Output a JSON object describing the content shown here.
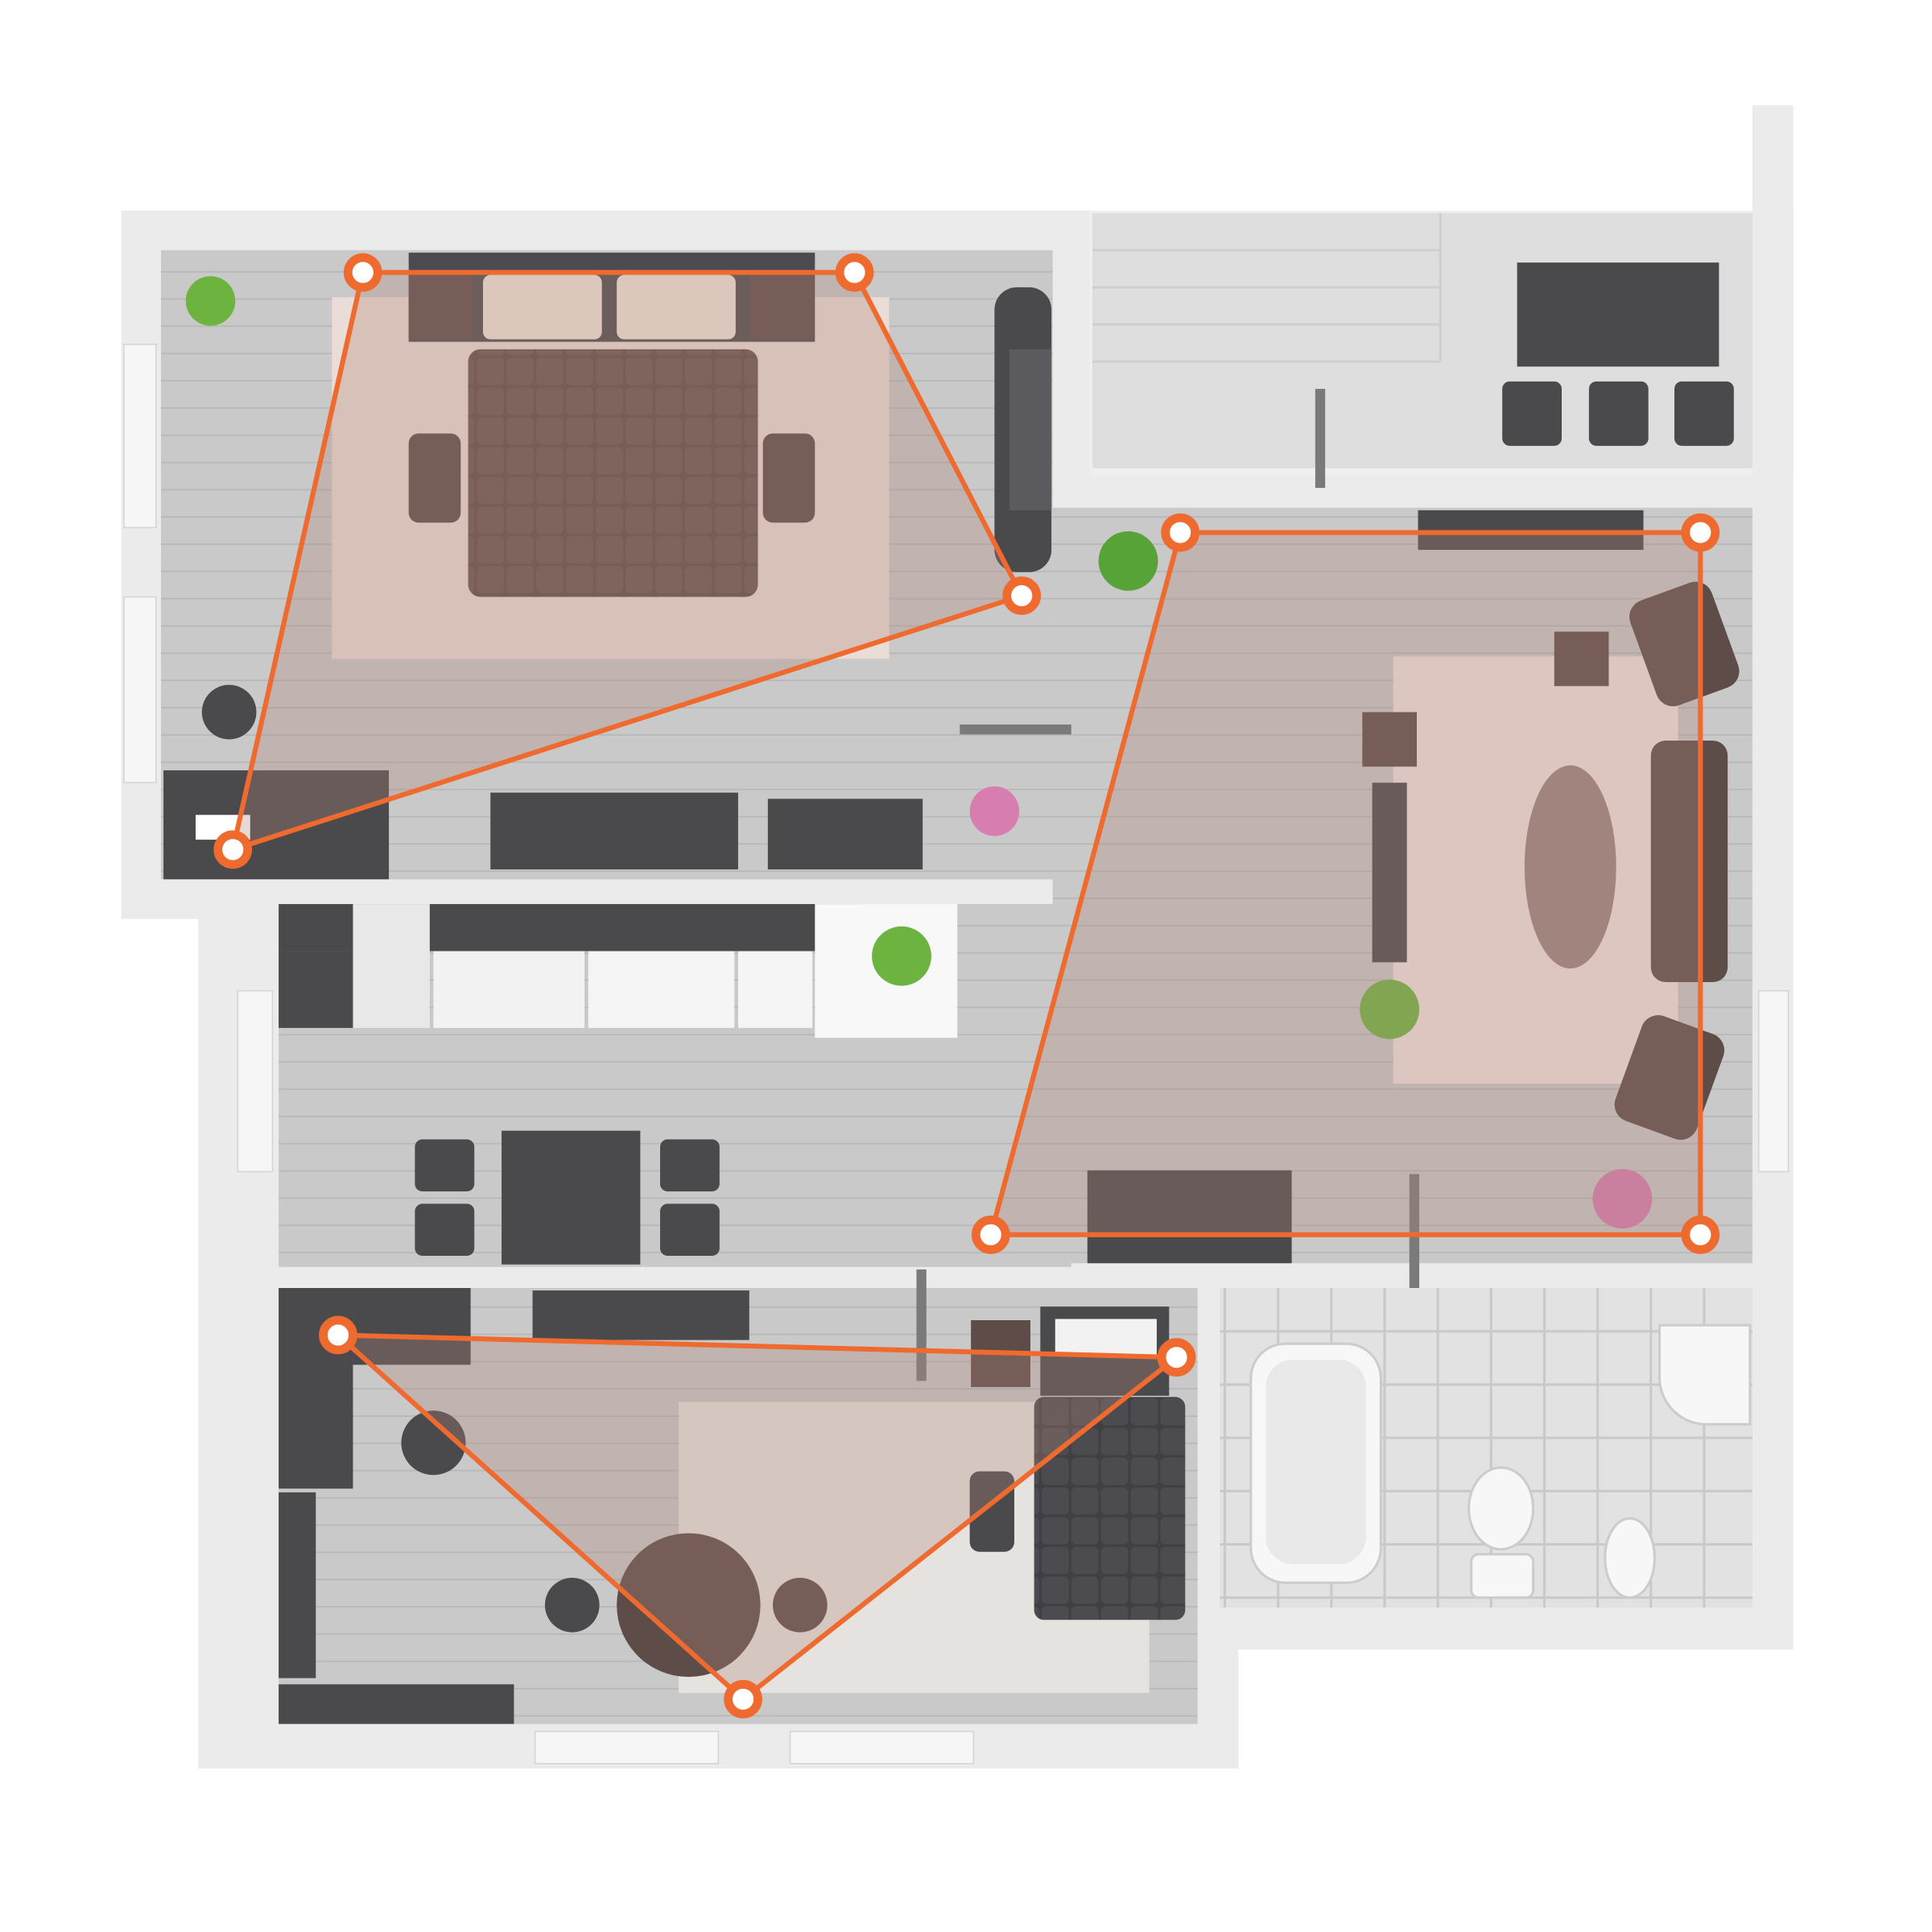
{
  "title": "",
  "colors": {
    "background": "#ffffff",
    "wall": "#ebebeb",
    "floor": "#c9c9c9",
    "floor_line": "#b9b9b9",
    "rug": "#eadcd6",
    "zone_fill": "#b08676",
    "zone_stroke": "#ef6a2e",
    "furniture_dark": "#4a4a4d",
    "furniture_brown": "#5e4c49",
    "tile": "#dedede",
    "plant": "#6db33f"
  },
  "zones": [
    {
      "room": "bedroom",
      "vertices": 4
    },
    {
      "room": "living-room",
      "vertices": 4
    },
    {
      "room": "second-bedroom",
      "vertices": 3
    }
  ],
  "icons": [
    "coverage-zone-marker",
    "bed-icon",
    "sofa-icon",
    "plant-icon",
    "bathtub-icon",
    "toilet-icon",
    "sink-icon",
    "dining-table-icon"
  ]
}
